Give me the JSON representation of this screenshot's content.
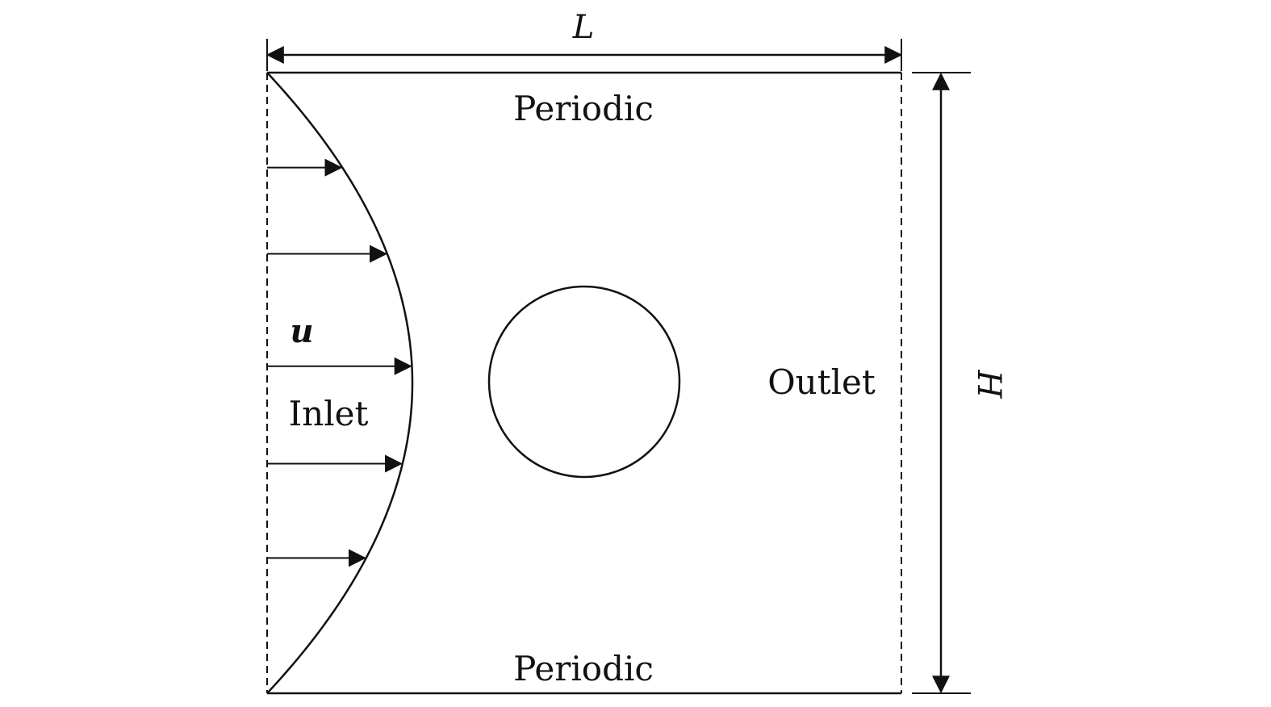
{
  "labels": {
    "length": "L",
    "height": "H",
    "top_boundary": "Periodic",
    "bottom_boundary": "Periodic",
    "inlet": "Inlet",
    "outlet": "Outlet",
    "velocity": "u"
  },
  "inlet_profile_samples": 5,
  "colors": {
    "stroke": "#111111",
    "background": "#ffffff"
  }
}
